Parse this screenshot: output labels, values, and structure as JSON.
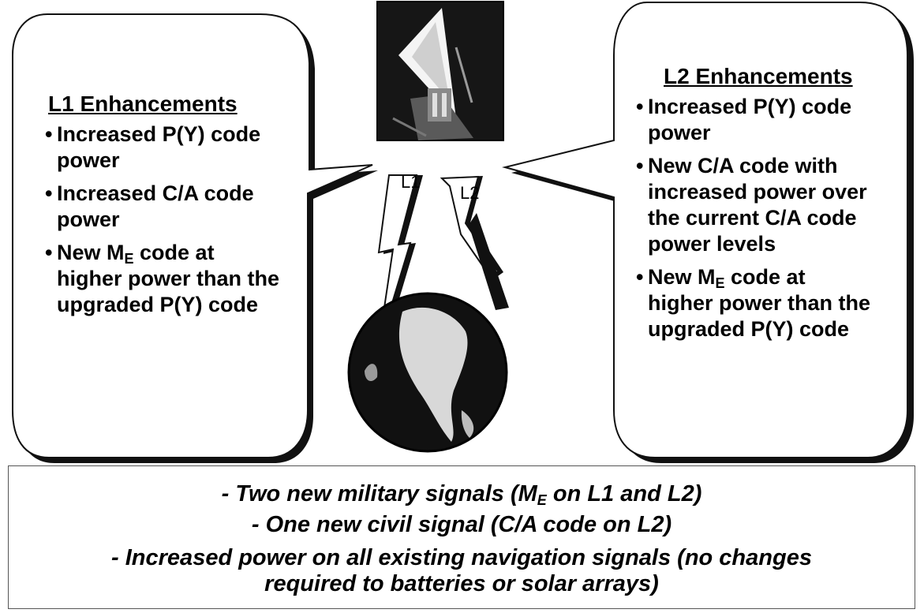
{
  "left_callout": {
    "title": "L1 Enhancements",
    "bullets": [
      {
        "text": "Increased P(Y) code power"
      },
      {
        "text": "Increased C/A code power"
      },
      {
        "pre": "New M",
        "sub": "E",
        "post": " code at higher power than the upgraded P(Y) code"
      }
    ]
  },
  "right_callout": {
    "title": "L2 Enhancements",
    "bullets": [
      {
        "text": "Increased P(Y) code power"
      },
      {
        "text": "New C/A code with increased power over the current C/A code power levels"
      },
      {
        "pre": "New M",
        "sub": "E",
        "post": " code at higher power than the upgraded P(Y) code"
      }
    ]
  },
  "signals": {
    "l1": "L1",
    "l2": "L2"
  },
  "icons": [
    "satellite-icon",
    "earth-globe-icon",
    "lightning-bolt-icon"
  ],
  "summary": {
    "line1": {
      "pre": "- Two new military signals (M",
      "sub": "E",
      "post": " on L1 and L2)"
    },
    "line2": "- One new civil signal (C/A code on L2)",
    "line3a": "- Increased power on all existing navigation signals (no changes",
    "line3b": "required to batteries or solar arrays)"
  }
}
